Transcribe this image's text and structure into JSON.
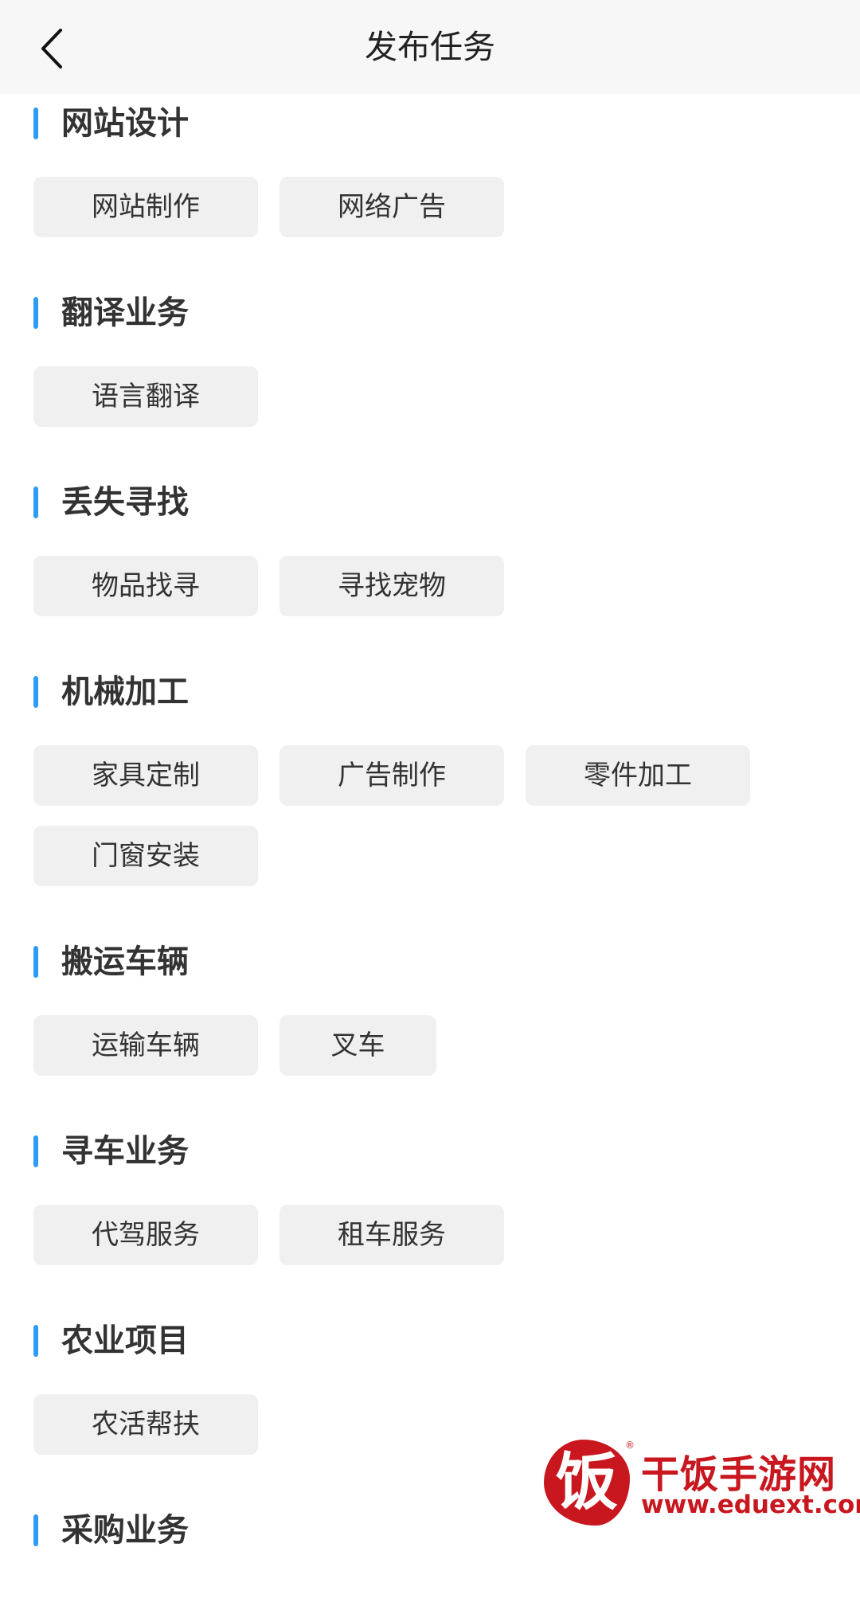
{
  "header": {
    "title": "发布任务",
    "back_icon": "chevron-left-icon"
  },
  "sections": [
    {
      "title": "网站设计",
      "items": [
        "网站制作",
        "网络广告"
      ]
    },
    {
      "title": "翻译业务",
      "items": [
        "语言翻译"
      ]
    },
    {
      "title": "丢失寻找",
      "items": [
        "物品找寻",
        "寻找宠物"
      ]
    },
    {
      "title": "机械加工",
      "items": [
        "家具定制",
        "广告制作",
        "零件加工",
        "门窗安装"
      ]
    },
    {
      "title": "搬运车辆",
      "items": [
        "运输车辆",
        "叉车"
      ]
    },
    {
      "title": "寻车业务",
      "items": [
        "代驾服务",
        "租车服务"
      ]
    },
    {
      "title": "农业项目",
      "items": [
        "农活帮扶"
      ]
    },
    {
      "title": "采购业务",
      "items": []
    }
  ],
  "watermark": {
    "glyph": "饭",
    "name": "干饭手游网",
    "url": "www.eduext.com",
    "reg": "®"
  },
  "colors": {
    "accent": "#2e9bf5",
    "chip_bg": "#f0f0f0",
    "header_bg": "#f7f7f7",
    "logo_red": "#c8171e"
  }
}
